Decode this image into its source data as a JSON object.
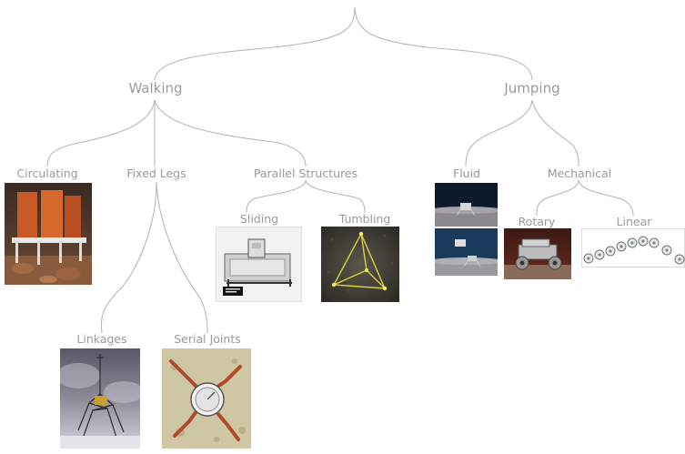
{
  "tree": {
    "walking": "Walking",
    "jumping": "Jumping",
    "circulating": "Circulating",
    "fixed_legs": "Fixed Legs",
    "parallel_structures": "Parallel Structures",
    "sliding": "Sliding",
    "tumbling": "Tumbling",
    "linkages": "Linkages",
    "serial_joints": "Serial Joints",
    "fluid": "Fluid",
    "mechanical": "Mechanical",
    "rotary": "Rotary",
    "linear": "Linear"
  },
  "colors": {
    "line": "#b8b8b8",
    "label": "#9a9a9a"
  }
}
